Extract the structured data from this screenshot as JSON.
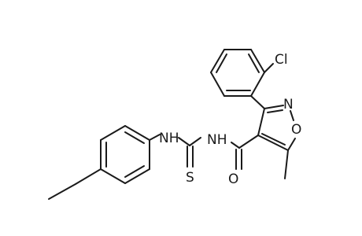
{
  "structure": {
    "labels": {
      "cl": "Cl",
      "ring_n": "N",
      "ring_o": "O",
      "nh_left": "NH",
      "nh_right": "NH",
      "thione_s": "S",
      "carbonyl_o": "O"
    }
  }
}
